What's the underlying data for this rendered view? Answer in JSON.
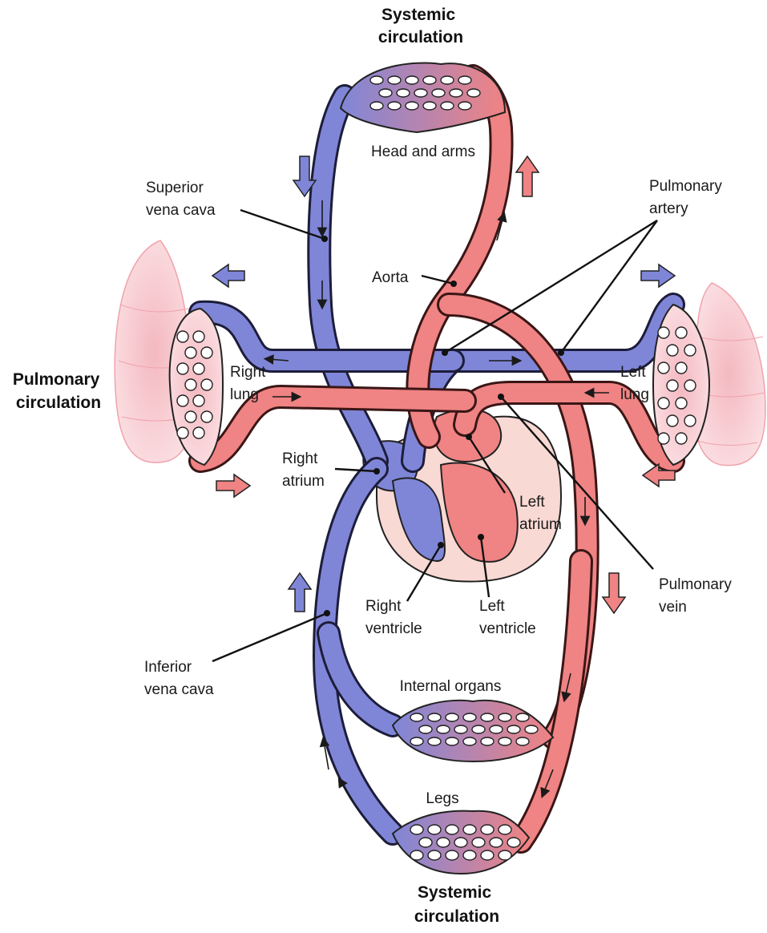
{
  "titles": {
    "systemic_top": [
      "Systemic",
      "circulation"
    ],
    "systemic_bottom": [
      "Systemic",
      "circulation"
    ],
    "pulmonary": [
      "Pulmonary",
      "circulation"
    ]
  },
  "labels": {
    "head_arms": "Head and arms",
    "superior_vena_cava": [
      "Superior",
      "vena cava"
    ],
    "pulmonary_artery": [
      "Pulmonary",
      "artery"
    ],
    "aorta": "Aorta",
    "right_lung": [
      "Right",
      "lung"
    ],
    "left_lung": [
      "Left",
      "lung"
    ],
    "right_atrium": [
      "Right",
      "atrium"
    ],
    "left_atrium": [
      "Left",
      "atrium"
    ],
    "right_ventricle": [
      "Right",
      "ventricle"
    ],
    "left_ventricle": [
      "Left",
      "ventricle"
    ],
    "pulmonary_vein": [
      "Pulmonary",
      "vein"
    ],
    "inferior_vena_cava": [
      "Inferior",
      "vena cava"
    ],
    "internal_organs": "Internal organs",
    "legs": "Legs"
  },
  "colors": {
    "deoxygenated": "#7f86d8",
    "oxygenated": "#f08383",
    "lung_tissue": "#f7c9cf",
    "heart_pericardium": "#f9d9d4"
  }
}
